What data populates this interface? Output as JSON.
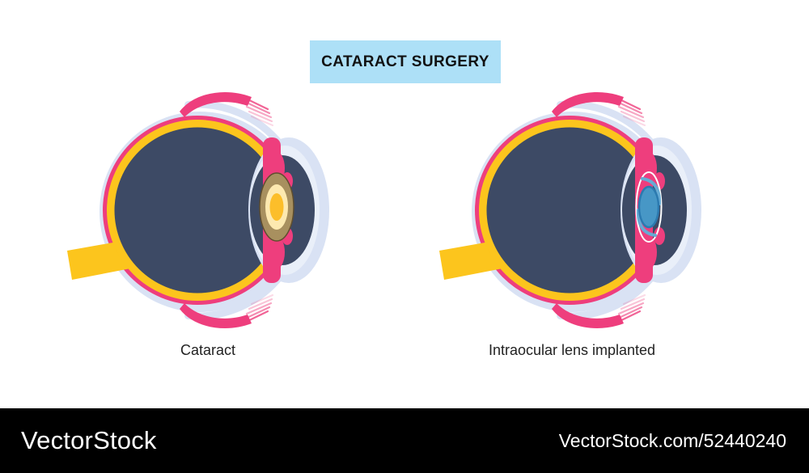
{
  "title_banner": {
    "label": "CATARACT SURGERY"
  },
  "diagrams": [
    {
      "label": "Cataract",
      "lens_type": "cataract"
    },
    {
      "label": "Intraocular lens implanted",
      "lens_type": "intraocular-lens"
    }
  ],
  "watermark": {
    "logo": "VectorStock",
    "url": "VectorStock.com/52440240"
  },
  "colors": {
    "banner-bg": "#ade0f7",
    "sclera": "#d9e2f4",
    "cornea-inner": "#e9eff9",
    "choroid-pink": "#ee3e7d",
    "retina-yellow": "#fcc51d",
    "vitreous-navy": "#3d4a65",
    "cataract-rim": "#a8905f",
    "cataract-rim-stroke": "#5f4e2e",
    "cataract-cortex": "#fde9b0",
    "cataract-core": "#fcbe2a",
    "iol-optic": "#4797c6",
    "iol-optic-stroke": "#2b7ab0",
    "iol-haptic": "#66abd4",
    "iol-capsule": "#ffffff"
  }
}
